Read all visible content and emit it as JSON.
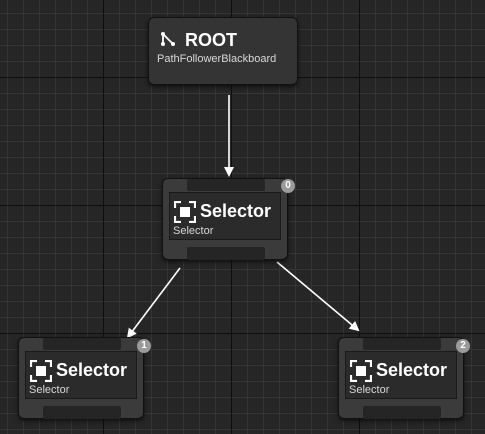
{
  "root": {
    "title": "ROOT",
    "subtitle": "PathFollowerBlackboard",
    "icon": "branch-icon"
  },
  "nodes": [
    {
      "title": "Selector",
      "subtitle": "Selector",
      "index": "0",
      "icon": "selector-icon"
    },
    {
      "title": "Selector",
      "subtitle": "Selector",
      "index": "1",
      "icon": "selector-icon"
    },
    {
      "title": "Selector",
      "subtitle": "Selector",
      "index": "2",
      "icon": "selector-icon"
    }
  ],
  "colors": {
    "background": "#262626",
    "node": "#3b3b3b",
    "wire": "#ffffff",
    "badge": "#9a9a9a"
  }
}
